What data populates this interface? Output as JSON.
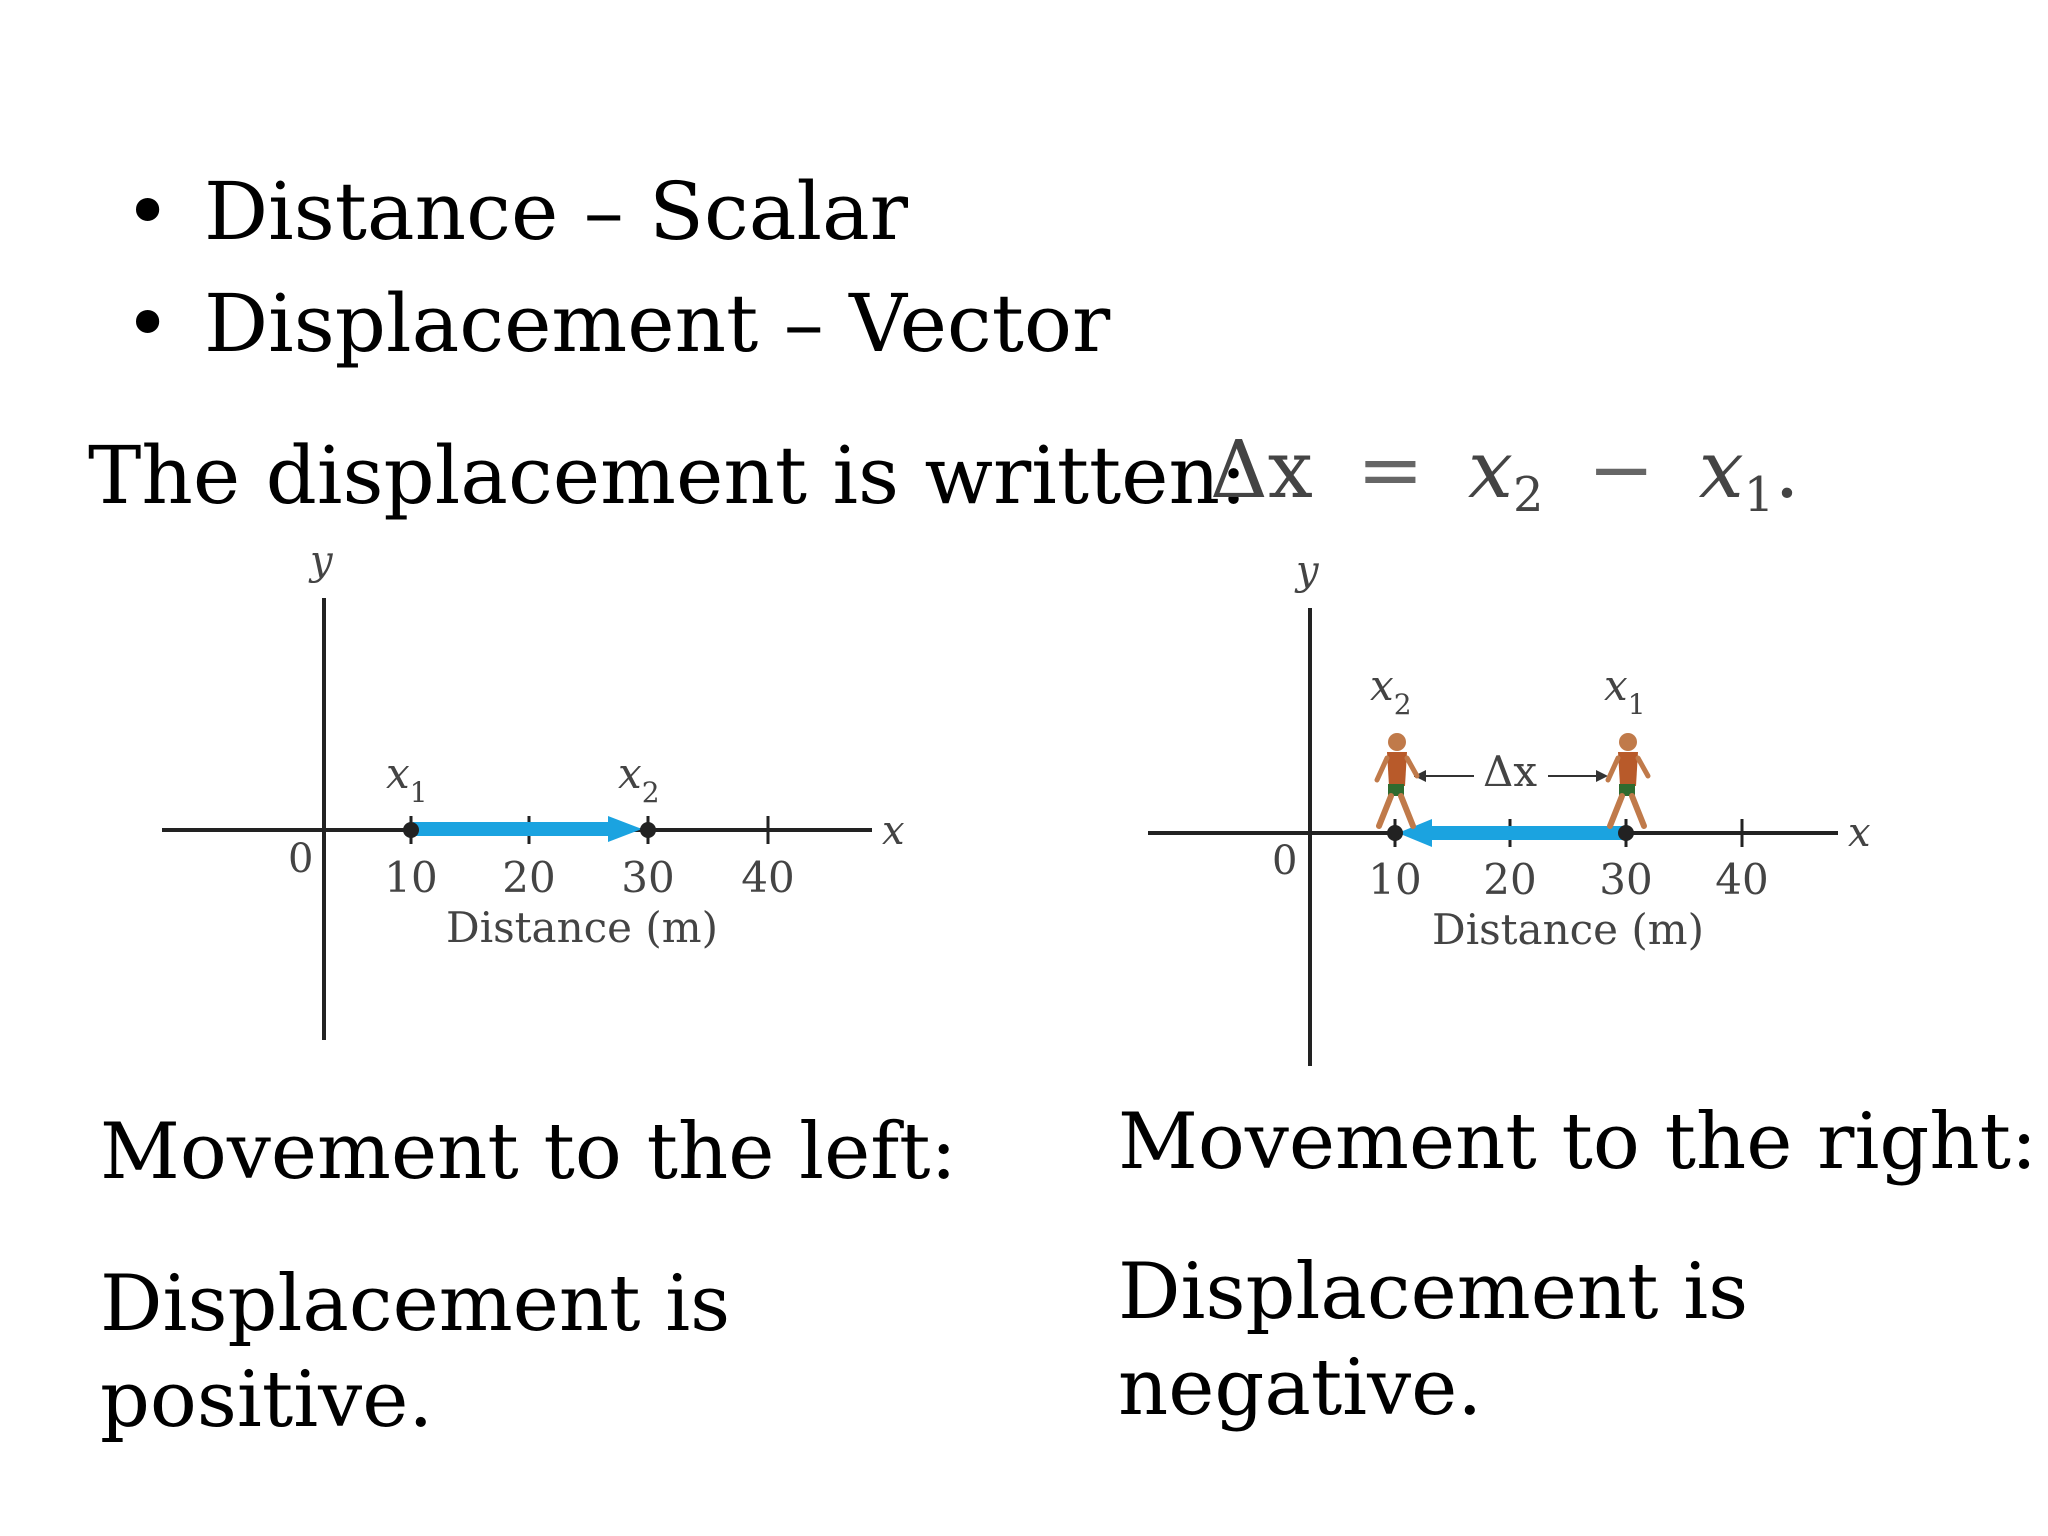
{
  "bullets": [
    {
      "text": "Distance – Scalar"
    },
    {
      "text": "Displacement – Vector"
    }
  ],
  "intro_text": "The displacement is written:",
  "equation": {
    "lhs_symbol": "Δx",
    "equals": "=",
    "term1_var": "x",
    "term1_sub": "2",
    "minus": "−",
    "term2_var": "x",
    "term2_sub": "1",
    "end": "."
  },
  "graphs": [
    {
      "y_axis_label": "y",
      "x_axis_label": "x",
      "origin_label": "0",
      "tick_labels": [
        "10",
        "20",
        "30",
        "40"
      ],
      "axis_title": "Distance (m)",
      "x1_label": "x",
      "x1_sub": "1",
      "x2_label": "x",
      "x2_sub": "2"
    },
    {
      "y_axis_label": "y",
      "x_axis_label": "x",
      "origin_label": "0",
      "tick_labels": [
        "10",
        "20",
        "30",
        "40"
      ],
      "axis_title": "Distance (m)",
      "x1_label": "x",
      "x1_sub": "1",
      "x2_label": "x",
      "x2_sub": "2",
      "delta_label": "Δx"
    }
  ],
  "chart_data": [
    {
      "type": "scatter",
      "xlabel": "Distance (m)",
      "x_ticks": [
        10,
        20,
        30,
        40
      ],
      "points": [
        {
          "name": "x1",
          "x": 10
        },
        {
          "name": "x2",
          "x": 30
        }
      ],
      "arrow": {
        "from": 10,
        "to": 30
      }
    },
    {
      "type": "scatter",
      "xlabel": "Distance (m)",
      "x_ticks": [
        10,
        20,
        30,
        40
      ],
      "points": [
        {
          "name": "x1",
          "x": 30
        },
        {
          "name": "x2",
          "x": 10
        }
      ],
      "arrow": {
        "from": 30,
        "to": 10
      }
    }
  ],
  "captions": {
    "left_title": "Movement to the left:",
    "left_body": "Displacement is positive.",
    "right_title": "Movement to the right:",
    "right_body": "Displacement is negative."
  },
  "colors": {
    "arrow": "#1ba3e0",
    "axis": "#222222",
    "skin": "#c07a4a",
    "shirt": "#b85a2a",
    "shorts": "#2f6b2f"
  }
}
